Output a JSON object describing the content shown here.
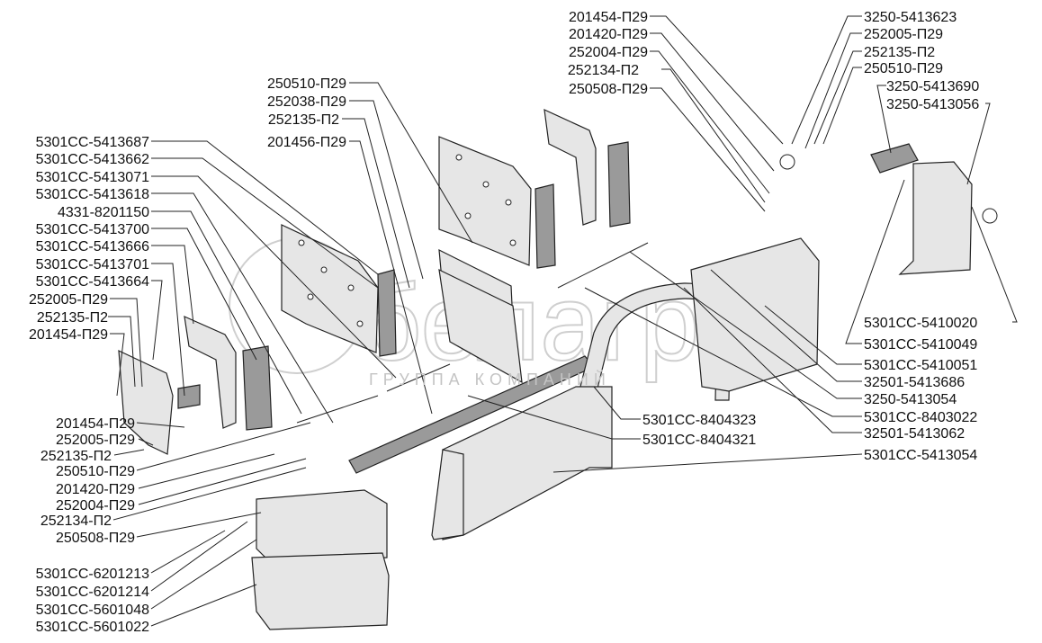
{
  "watermark": {
    "logo": "белагро",
    "subtitle": "ГРУППА КОМПАНИЙ"
  },
  "labels_left": [
    "5301СС-5413687",
    "5301СС-5413662",
    "5301СС-5413071",
    "5301СС-5413618",
    "4331-8201150",
    "5301СС-5413700",
    "5301СС-5413666",
    "5301СС-5413701",
    "5301СС-5413664",
    "252005-П29",
    "252135-П2",
    "201454-П29"
  ],
  "labels_left_lower": [
    "201454-П29",
    "252005-П29",
    "252135-П2",
    "250510-П29",
    "201420-П29",
    "252004-П29",
    "252134-П2",
    "250508-П29"
  ],
  "labels_left_bottom": [
    "5301СС-6201213",
    "5301СС-6201214",
    "5301СС-5601048",
    "5301СС-5601022"
  ],
  "labels_top_mid": [
    "250510-П29",
    "252038-П29",
    "252135-П2",
    "201456-П29"
  ],
  "labels_top_center": [
    "201454-П29",
    "201420-П29",
    "252004-П29",
    "252134-П2",
    "250508-П29"
  ],
  "labels_top_right": [
    "3250-5413623",
    "252005-П29",
    "252135-П2",
    "250510-П29",
    "3250-5413690",
    "3250-5413056"
  ],
  "labels_right": [
    "5301СС-5410020",
    "5301СС-5410049",
    "5301СС-5410051",
    "32501-5413686",
    "3250-5413054",
    "5301СС-8403022",
    "32501-5413062",
    "5301СС-5413054"
  ],
  "labels_mid": [
    "5301СС-8404323",
    "5301СС-8404321"
  ]
}
